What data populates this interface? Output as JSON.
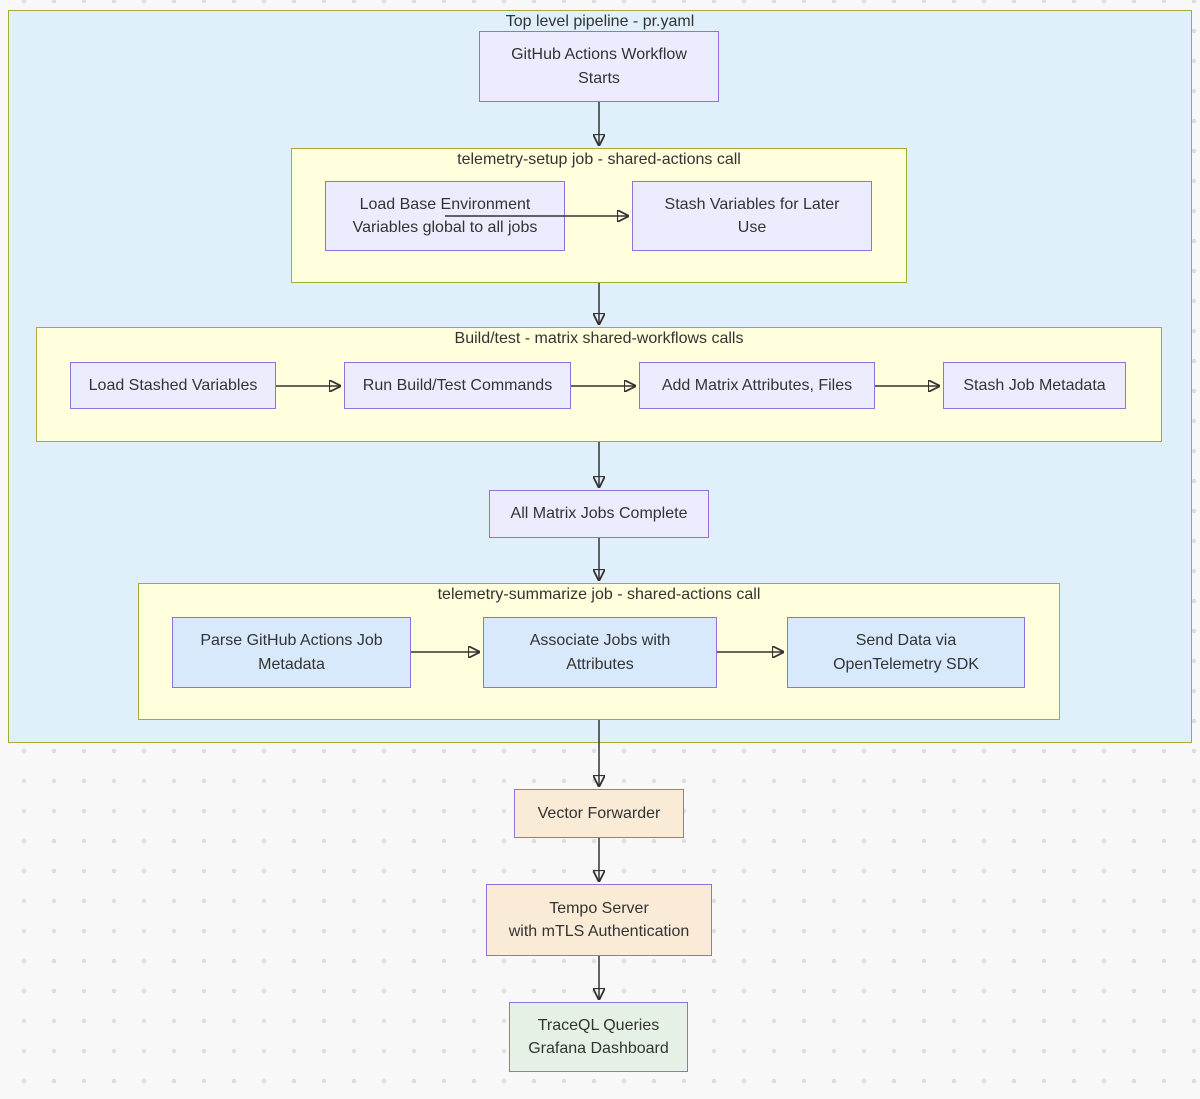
{
  "diagram_type": "flowchart",
  "clusters": {
    "pipeline": {
      "title": "Top level pipeline - pr.yaml"
    },
    "setup": {
      "title": "telemetry-setup job - shared-actions call"
    },
    "build": {
      "title": "Build/test - matrix shared-workflows calls"
    },
    "summarize": {
      "title": "telemetry-summarize job - shared-actions call"
    }
  },
  "nodes": {
    "start": {
      "label": "GitHub Actions Workflow\nStarts"
    },
    "load_base_env": {
      "label": "Load Base Environment\nVariables global to all jobs"
    },
    "stash_vars": {
      "label": "Stash Variables for Later\nUse"
    },
    "load_stashed": {
      "label": "Load Stashed Variables"
    },
    "run_build_test": {
      "label": "Run Build/Test Commands"
    },
    "add_matrix": {
      "label": "Add Matrix Attributes, Files"
    },
    "stash_metadata": {
      "label": "Stash Job Metadata"
    },
    "all_complete": {
      "label": "All Matrix Jobs Complete"
    },
    "parse_metadata": {
      "label": "Parse GitHub Actions Job\nMetadata"
    },
    "associate_jobs": {
      "label": "Associate Jobs with\nAttributes"
    },
    "send_data": {
      "label": "Send Data via\nOpenTelemetry SDK"
    },
    "vector": {
      "label": "Vector Forwarder"
    },
    "tempo": {
      "label": "Tempo Server\nwith mTLS Authentication"
    },
    "traceql": {
      "label": "TraceQL Queries\nGrafana Dashboard"
    }
  },
  "palette": {
    "outer_cluster_fill": "#DFF0FA",
    "inner_cluster_fill": "#FFFFDE",
    "cluster_border": "#AAAA33",
    "default_node_fill": "#ECECFF",
    "summary_node_fill": "#D7E9FB",
    "external_node_fill": "#FAEBD7",
    "dashboard_node_fill": "#E6F1E5",
    "node_border": "#9370DB",
    "edge_color": "#333333",
    "text_color": "#333333",
    "page_background": "#F8F8F8"
  }
}
